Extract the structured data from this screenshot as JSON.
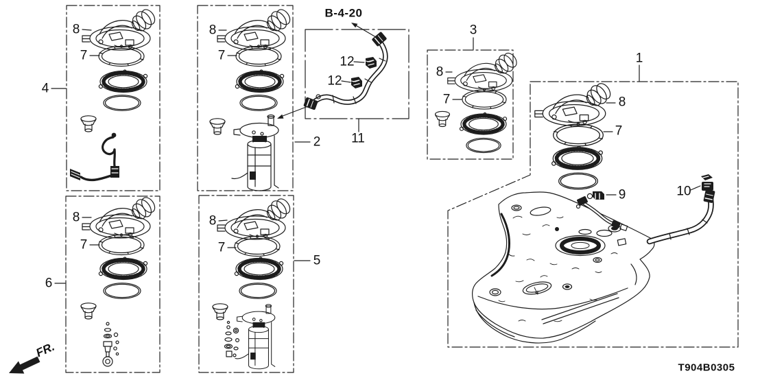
{
  "colors": {
    "line": "#1c1c1c",
    "background": "#ffffff"
  },
  "labels": {
    "section_ref": "B-4-20",
    "front_marker": "FR.",
    "diagram_code": "T904B0305"
  },
  "callouts": {
    "n1": "1",
    "n2": "2",
    "n3": "3",
    "n4": "4",
    "n5": "5",
    "n6": "6",
    "n7": "7",
    "n8": "8",
    "n9": "9",
    "n10": "10",
    "n11": "11",
    "n12": "12"
  }
}
